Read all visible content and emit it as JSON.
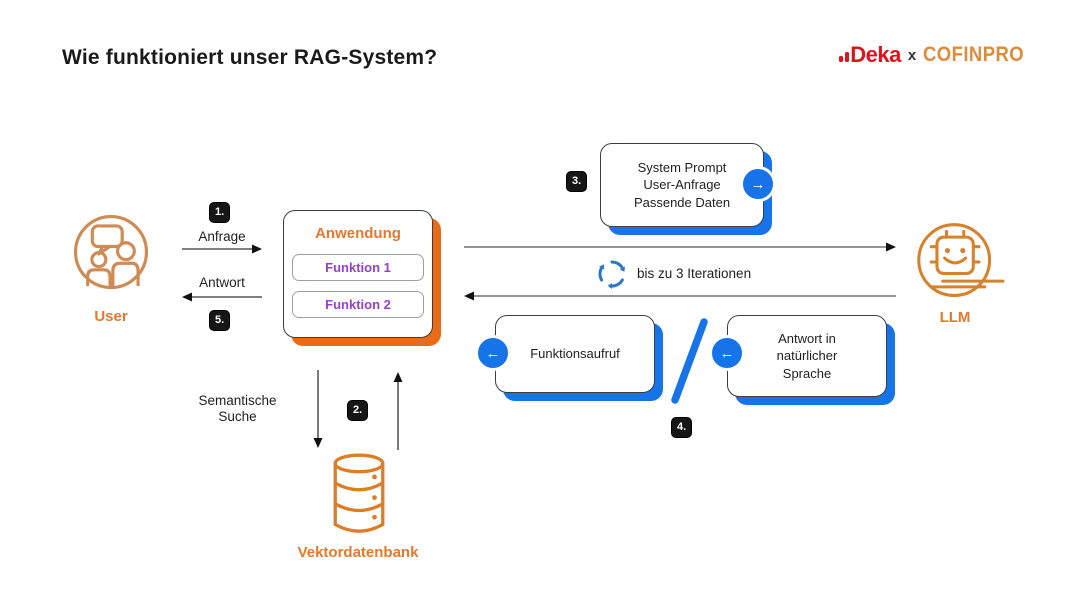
{
  "header": {
    "title": "Wie funktioniert unser RAG-System?",
    "logo": {
      "deka": "Deka",
      "separator": "x",
      "cofinpro": "COFINPRO"
    }
  },
  "colors": {
    "accent_orange": "#E5782A",
    "shadow_orange": "#EA6A15",
    "accent_blue": "#1674E8",
    "funktion_purple": "#9440CB",
    "deka_red": "#E2121C",
    "cofinpro_orange": "#DD8C3C",
    "badge_black": "#161616"
  },
  "nodes": {
    "user": {
      "label": "User",
      "icon": "people-chat-icon"
    },
    "anwendung": {
      "title": "Anwendung",
      "functions": [
        "Funktion 1",
        "Funktion 2"
      ]
    },
    "llm": {
      "label": "LLM",
      "icon": "robot-icon"
    },
    "vektordatenbank": {
      "label": "Vektordatenbank",
      "icon": "database-icon"
    },
    "system_prompt": {
      "lines": [
        "System Prompt",
        "User-Anfrage",
        "Passende Daten"
      ],
      "icon": "arrow-right-circle-icon"
    },
    "funktionsaufruf": {
      "label": "Funktionsaufruf",
      "icon": "arrow-left-circle-icon"
    },
    "antwort_sprache": {
      "lines": [
        "Antwort in",
        "natürlicher",
        "Sprache"
      ],
      "icon": "arrow-left-circle-icon"
    }
  },
  "edges": {
    "anfrage_label": "Anfrage",
    "antwort_label": "Antwort",
    "iteration_label": "bis zu 3 Iterationen",
    "semantische_suche_lines": [
      "Semantische",
      "Suche"
    ]
  },
  "badges": {
    "step1": "1.",
    "step2": "2.",
    "step3": "3.",
    "step4": "4.",
    "step5": "5."
  },
  "glyphs": {
    "arrow_right": "→",
    "arrow_left": "←"
  }
}
